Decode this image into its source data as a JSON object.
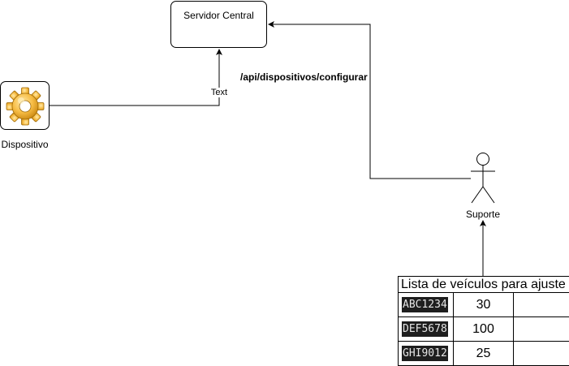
{
  "diagram": {
    "server": {
      "label": "Servidor Central"
    },
    "device": {
      "label": "Dispositivo",
      "icon": "gear-icon"
    },
    "device_to_server_edge": {
      "label": "Text"
    },
    "support_to_server_edge": {
      "label": "/api/dispositivos/configurar"
    },
    "actor": {
      "label": "Suporte",
      "icon": "actor-stick-figure-icon"
    },
    "vehicle_table": {
      "title": "Lista de veículos para ajuste",
      "rows": [
        {
          "plate": "ABC1234",
          "value": "30",
          "extra": ""
        },
        {
          "plate": "DEF5678",
          "value": "100",
          "extra": ""
        },
        {
          "plate": "GHI9012",
          "value": "25",
          "extra": ""
        }
      ]
    }
  },
  "colors": {
    "stroke": "#000000",
    "plate_background": "#1e1e1e",
    "plate_text": "#e6e6e6",
    "gear_fill": "#f5b841",
    "gear_highlight": "#ffe39a"
  }
}
